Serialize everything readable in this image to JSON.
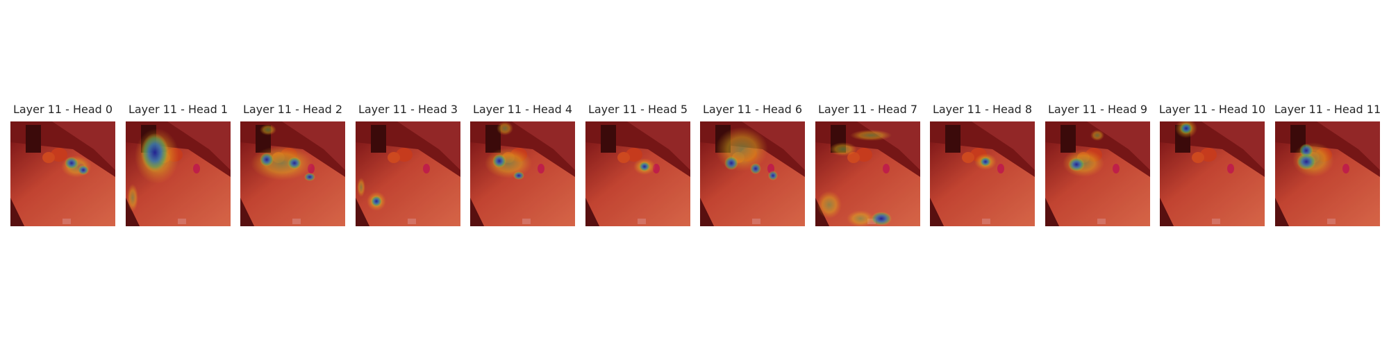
{
  "figure": {
    "panels": [
      {
        "title": "Layer 11 - Head 0",
        "image": "attention-heatmap-overlay"
      },
      {
        "title": "Layer 11 - Head 1",
        "image": "attention-heatmap-overlay"
      },
      {
        "title": "Layer 11 - Head 2",
        "image": "attention-heatmap-overlay"
      },
      {
        "title": "Layer 11 - Head 3",
        "image": "attention-heatmap-overlay"
      },
      {
        "title": "Layer 11 - Head 4",
        "image": "attention-heatmap-overlay"
      },
      {
        "title": "Layer 11 - Head 5",
        "image": "attention-heatmap-overlay"
      },
      {
        "title": "Layer 11 - Head 6",
        "image": "attention-heatmap-overlay"
      },
      {
        "title": "Layer 11 - Head 7",
        "image": "attention-heatmap-overlay"
      },
      {
        "title": "Layer 11 - Head 8",
        "image": "attention-heatmap-overlay"
      },
      {
        "title": "Layer 11 - Head 9",
        "image": "attention-heatmap-overlay"
      },
      {
        "title": "Layer 11 - Head 10",
        "image": "attention-heatmap-overlay"
      },
      {
        "title": "Layer 11 - Head 11",
        "image": "attention-heatmap-overlay"
      }
    ],
    "colors": {
      "background": "#ffffff",
      "title_text": "#262626",
      "heat_low": "#b01e1e",
      "heat_mid": "#f0d020",
      "heat_high": "#1030c0"
    }
  }
}
